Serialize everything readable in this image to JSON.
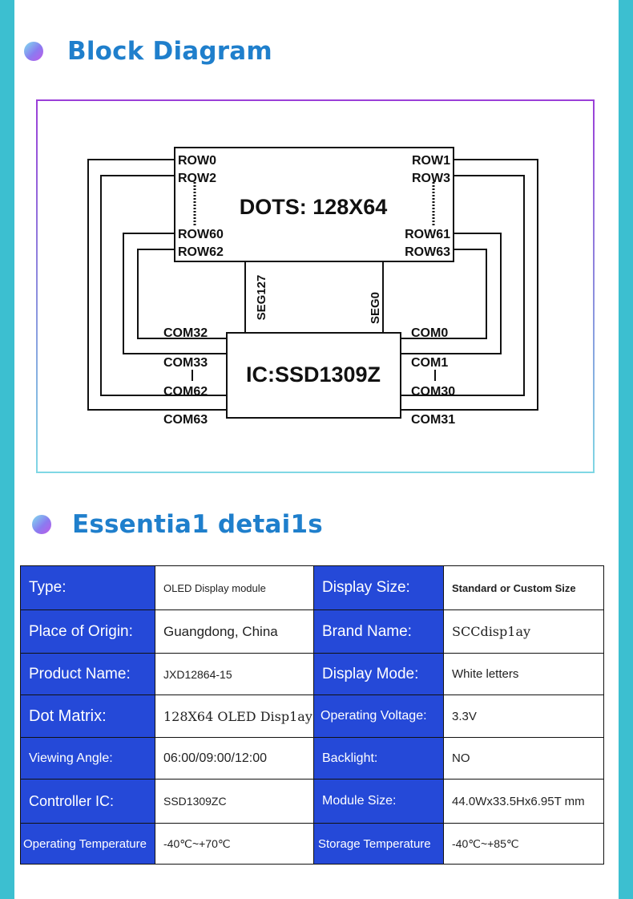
{
  "section1": {
    "title": "Block Diagram"
  },
  "diagram": {
    "panel": {
      "dots": "DOTS: 128X64",
      "rows_left": [
        "ROW0",
        "ROW2",
        "ROW60",
        "ROW62"
      ],
      "rows_right": [
        "ROW1",
        "ROW3",
        "ROW61",
        "ROW63"
      ]
    },
    "segments": [
      "SEG127",
      "SEG0"
    ],
    "ic": {
      "label": "IC:SSD1309Z",
      "com_left": [
        "COM32",
        "COM33",
        "COM62",
        "COM63"
      ],
      "com_right": [
        "COM0",
        "COM1",
        "COM30",
        "COM31"
      ]
    }
  },
  "section2": {
    "title": "Essentia1 detai1s"
  },
  "specs": [
    {
      "k1": "Type:",
      "v1": "OLED Display module",
      "k2": "Display Size:",
      "v2": "Standard or Custom Size"
    },
    {
      "k1": "Place of  Origin:",
      "v1": "Guangdong, China",
      "k2": "Brand Name:",
      "v2": "SCCdisp1ay"
    },
    {
      "k1": "Product Name:",
      "v1": "JXD12864-15",
      "k2": "Display Mode:",
      "v2": "White letters"
    },
    {
      "k1": "Dot Matrix:",
      "v1": "128X64 OLED Disp1ay",
      "k2": "Operating Voltage:",
      "v2": "3.3V"
    },
    {
      "k1": "Viewing Angle:",
      "v1": "06:00/09:00/12:00",
      "k2": "Backlight:",
      "v2": "NO"
    },
    {
      "k1": "Controller IC:",
      "v1": "SSD1309ZC",
      "k2": "Module Size:",
      "v2": "44.0Wx33.5Hx6.95T mm"
    },
    {
      "k1": "Operating Temperature",
      "v1": "-40℃~+70℃",
      "k2": "Storage  Temperature",
      "v2": "-40℃~+85℃"
    }
  ]
}
